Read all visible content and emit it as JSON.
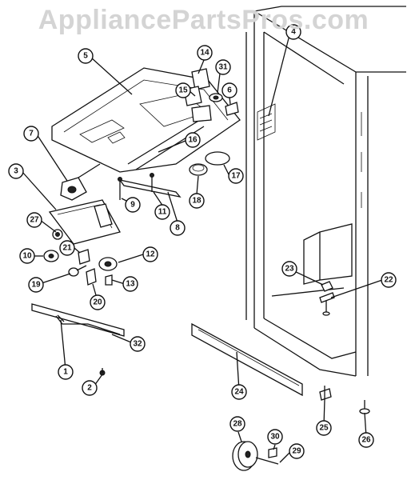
{
  "watermark": "AppliancePartsPros.com",
  "callouts": [
    "1",
    "2",
    "3",
    "4",
    "5",
    "6",
    "7",
    "8",
    "9",
    "10",
    "11",
    "12",
    "13",
    "14",
    "15",
    "16",
    "17",
    "18",
    "19",
    "20",
    "21",
    "22",
    "23",
    "24",
    "25",
    "26",
    "27",
    "28",
    "29",
    "30",
    "31",
    "32"
  ],
  "colors": {
    "ink": "#111111",
    "watermark": "#d4d4d4",
    "background": "#ffffff"
  }
}
